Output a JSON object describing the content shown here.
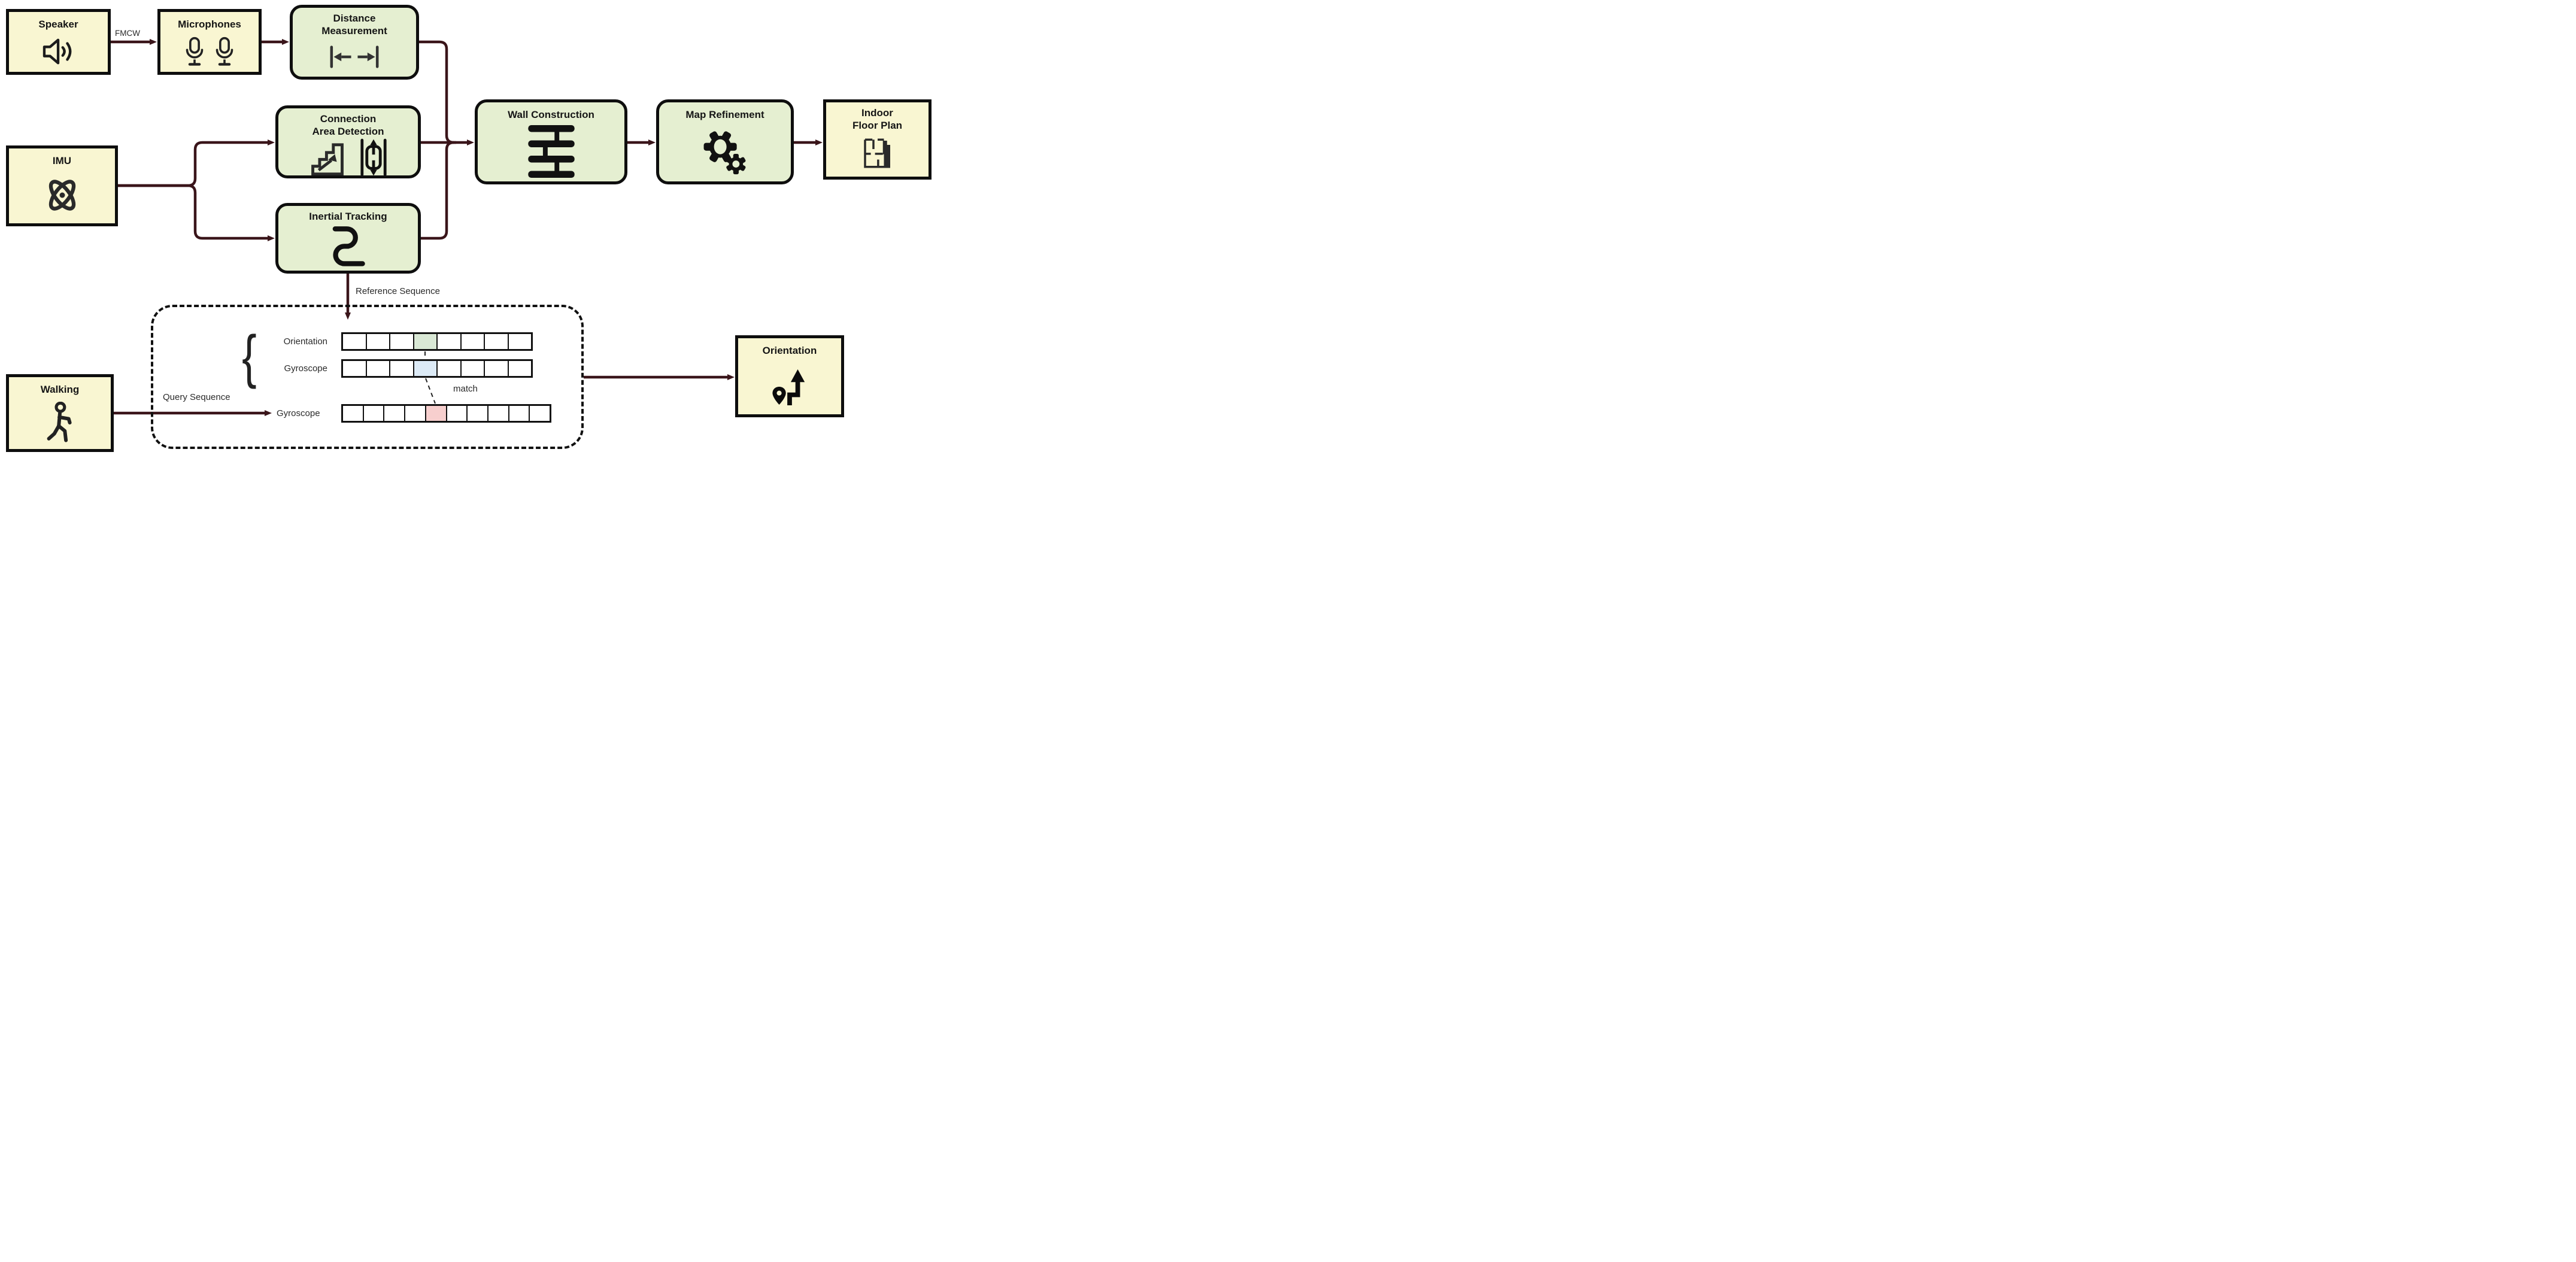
{
  "title": "Indoor floor plan construction pipeline diagram",
  "boxes": {
    "speaker": {
      "label": "Speaker"
    },
    "microphones": {
      "label": "Microphones"
    },
    "distance": {
      "line1": "Distance",
      "line2": "Measurement"
    },
    "imu": {
      "label": "IMU"
    },
    "connection": {
      "line1": "Connection",
      "line2": "Area Detection"
    },
    "inertial": {
      "label": "Inertial Tracking"
    },
    "wall": {
      "label": "Wall Construction"
    },
    "map": {
      "label": "Map Refinement"
    },
    "floorplan": {
      "line1": "Indoor",
      "line2": "Floor Plan"
    },
    "walking": {
      "label": "Walking"
    },
    "orientation_output": {
      "label": "Orientation"
    }
  },
  "edge_labels": {
    "fmcw": "FMCW",
    "reference": "Reference Sequence",
    "query": "Query Sequence",
    "match": "match"
  },
  "matcher": {
    "rows": [
      {
        "label": "Orientation",
        "cells": 8,
        "highlight_index": 3,
        "highlight_color": "#d9e8d5"
      },
      {
        "label": "Gyroscope",
        "cells": 8,
        "highlight_index": 3,
        "highlight_color": "#dceaf6"
      },
      {
        "label": "Gyroscope",
        "cells": 10,
        "highlight_index": 4,
        "highlight_color": "#f7cfce"
      }
    ]
  },
  "colors": {
    "yellow": "#f9f6d2",
    "green": "#e5efd1",
    "arrow": "#3a151a",
    "ink": "#0e0e0e"
  }
}
